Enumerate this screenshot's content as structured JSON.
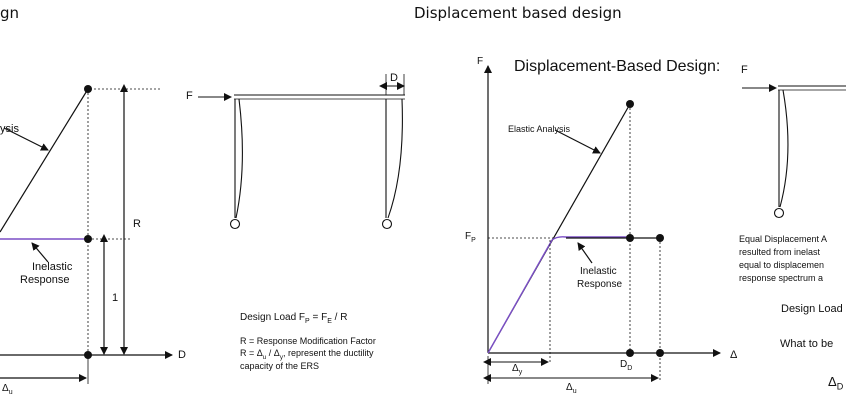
{
  "headers": {
    "left_fragment": "gn",
    "right": "Displacement based design"
  },
  "left_panel": {
    "elastic_label_fragment": "ysis",
    "r_label": "R",
    "one_label": "1",
    "inelastic_line1": "Inelastic",
    "inelastic_line2": "Response",
    "d_axis_label": "D",
    "delta_u": "Δ",
    "delta_u_sub": "u",
    "frame_force": "F",
    "frame_disp": "D",
    "design_load_text": "Design Load F",
    "design_load_sub_p": "P",
    "design_load_eq": " = F",
    "design_load_sub_e": "E",
    "design_load_tail": " / R",
    "r_def": "R = Response Modification Factor",
    "r_eq_start": "R = Δ",
    "r_eq_sub_u": "u",
    "r_eq_mid": " / Δ",
    "r_eq_sub_y": "y",
    "r_eq_tail": ", represent the ductility",
    "r_eq_line2": "capacity of the ERS"
  },
  "right_panel": {
    "title": "Displacement-Based Design:",
    "f_axis": "F",
    "elastic_label": "Elastic Analysis",
    "fp_label": "F",
    "fp_sub": "P",
    "inelastic_line1": "Inelastic",
    "inelastic_line2": "Response",
    "delta_axis": "Δ",
    "dd_label": "D",
    "dd_sub": "D",
    "delta_y": "Δ",
    "delta_y_sub": "y",
    "delta_u": "Δ",
    "delta_u_sub": "u",
    "frame_force": "F",
    "eq_line1": "Equal Displacement A",
    "eq_line2": "resulted from inelast",
    "eq_line3": "equal to displacemen",
    "eq_line4": "response spectrum a",
    "design_load_frag": "Design Load",
    "what_frag": "What to be",
    "delta_d": "Δ",
    "delta_d_sub": "D"
  },
  "colors": {
    "ink": "#111111",
    "inelastic": "#7b4fc6"
  }
}
